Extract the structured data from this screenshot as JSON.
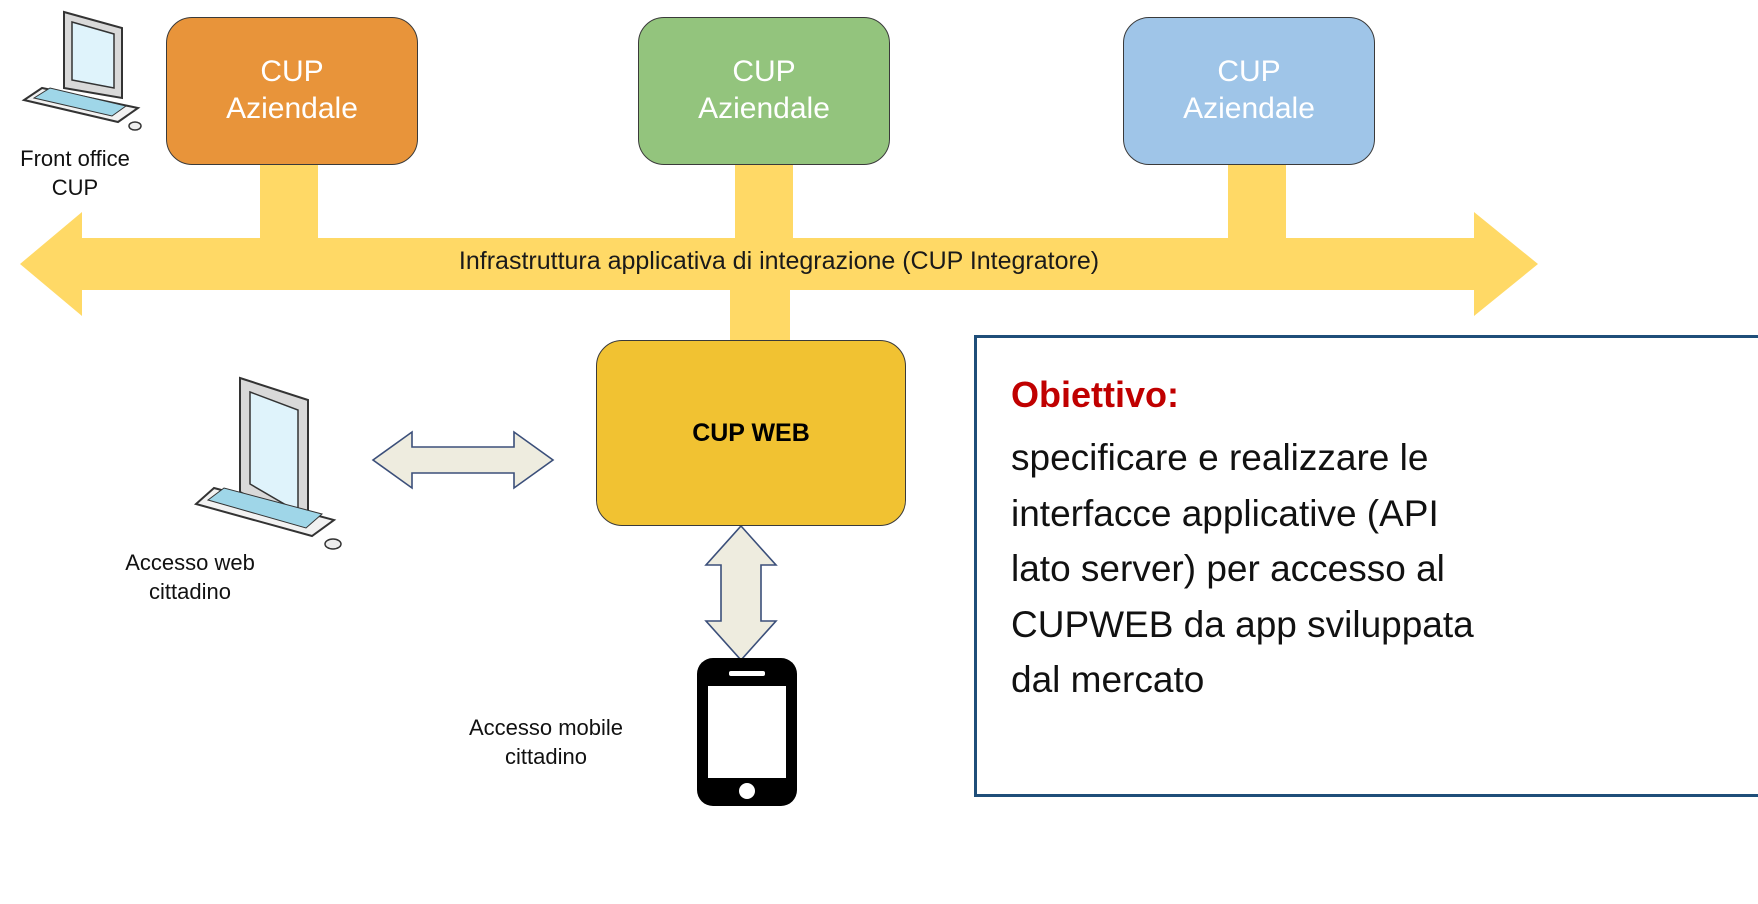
{
  "boxes": {
    "cup_aziendale_1": {
      "label": "CUP\nAziendale",
      "color": "#e8943a"
    },
    "cup_aziendale_2": {
      "label": "CUP\nAziendale",
      "color": "#93c47d"
    },
    "cup_aziendale_3": {
      "label": "CUP\nAziendale",
      "color": "#9fc5e8"
    },
    "cup_web": {
      "label": "CUP WEB",
      "color": "#f1c232"
    }
  },
  "bus": {
    "label": "Infrastruttura applicativa di integrazione (CUP Integratore)",
    "color": "#ffd966"
  },
  "labels": {
    "front_office": "Front office\nCUP",
    "web_access": "Accesso web\ncittadino",
    "mobile_access": "Accesso mobile\ncittadino"
  },
  "objective": {
    "title": "Obiettivo:",
    "text": "specificare e realizzare le\ninterfacce applicative (API\nlato server) per accesso al\nCUPWEB da app sviluppata\ndal mercato",
    "title_color": "#c00000",
    "border_color": "#1f4e79"
  },
  "icons": [
    "computer-icon",
    "smartphone-icon",
    "double-arrow-icon"
  ]
}
